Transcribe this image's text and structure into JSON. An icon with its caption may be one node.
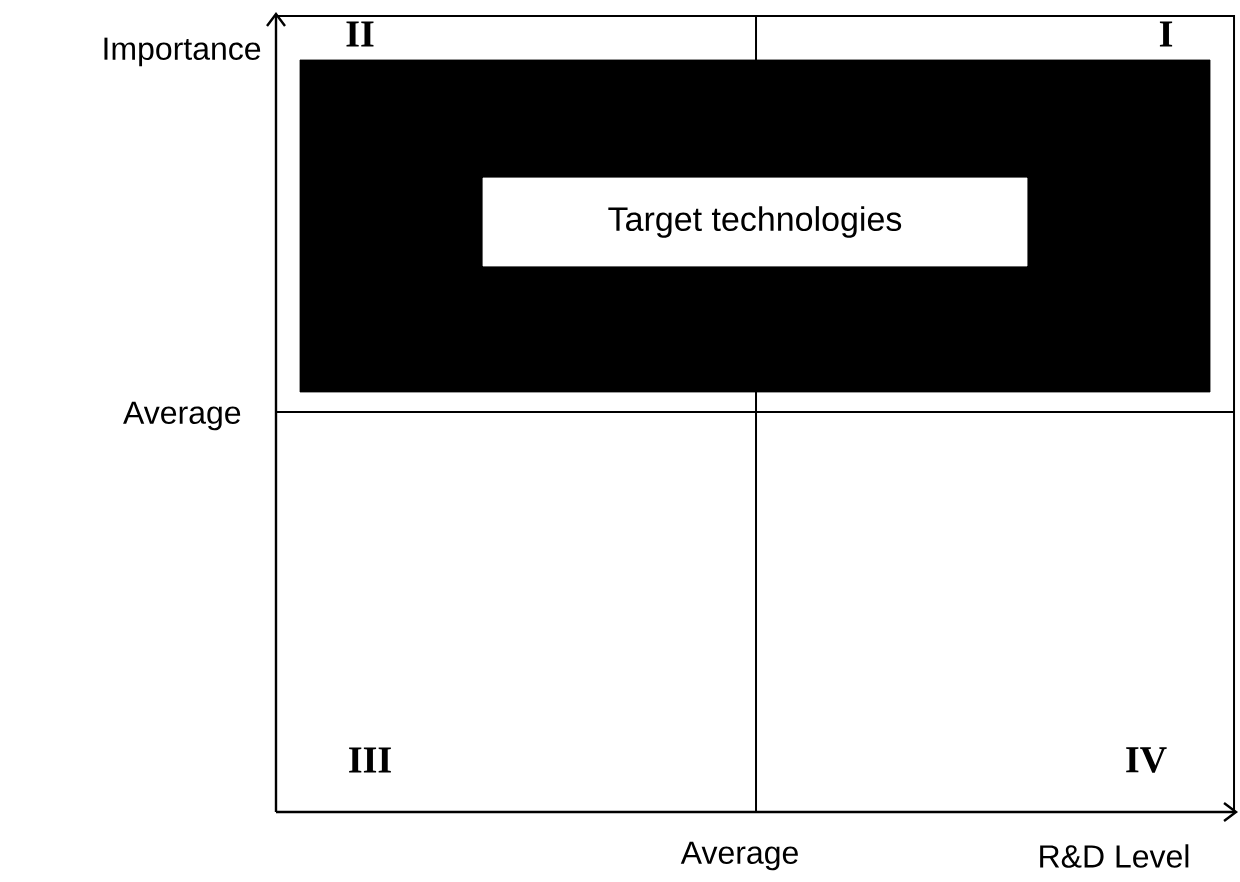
{
  "diagram": {
    "nodes": [
      {
        "text": [],
        "shape": "box"
      },
      {
        "text": [
          "Target technologies"
        ],
        "in": 0
      }
    ],
    "labels": [
      "Importance",
      "II",
      "I",
      "Average",
      "III",
      "IV",
      "Average",
      "R&D Level"
    ]
  }
}
